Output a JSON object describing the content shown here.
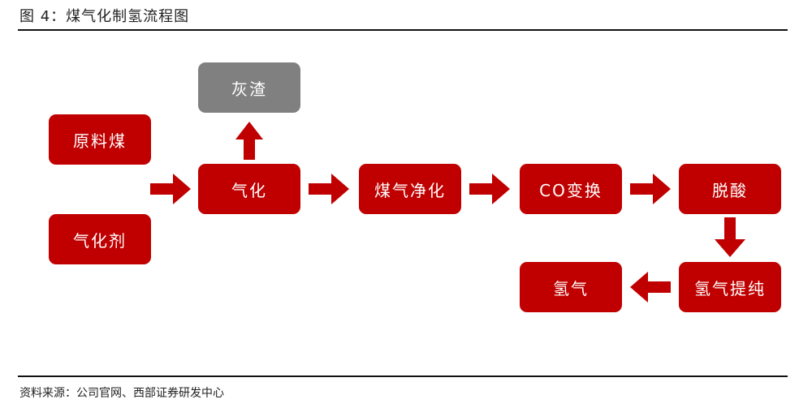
{
  "header": {
    "title": "图 4：煤气化制氢流程图"
  },
  "diagram": {
    "nodes": {
      "feed_coal": "原料煤",
      "gasifying_agent": "气化剂",
      "ash": "灰渣",
      "gasification": "气化",
      "gas_purification": "煤气净化",
      "co_shift": "CO变换",
      "deacidification": "脱酸",
      "h2_purification": "氢气提纯",
      "hydrogen": "氢气"
    },
    "edges": [
      [
        "feed_coal",
        "gasification"
      ],
      [
        "gasifying_agent",
        "gasification"
      ],
      [
        "gasification",
        "ash"
      ],
      [
        "gasification",
        "gas_purification"
      ],
      [
        "gas_purification",
        "co_shift"
      ],
      [
        "co_shift",
        "deacidification"
      ],
      [
        "deacidification",
        "h2_purification"
      ],
      [
        "h2_purification",
        "hydrogen"
      ]
    ],
    "colors": {
      "process": "#c00000",
      "byproduct": "#808080",
      "text": "#ffffff"
    }
  },
  "footer": {
    "source": "资料来源：公司官网、西部证券研发中心"
  }
}
